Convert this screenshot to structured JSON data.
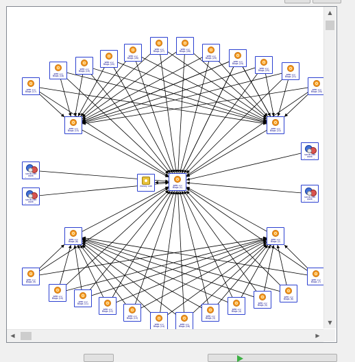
{
  "graph": {
    "center": {
      "id": "c",
      "label": "Web 2.0 Blogs (1)",
      "kind": "coin"
    },
    "hubs": [
      {
        "id": "h1",
        "label": "Web 2.0 Blogs (15)",
        "kind": "coin"
      },
      {
        "id": "h2",
        "label": "Web 2.0 Blogs (22)",
        "kind": "coin"
      },
      {
        "id": "h3",
        "label": "Web 2.0 Blogs (8)",
        "kind": "coin"
      },
      {
        "id": "h4",
        "label": "Web 2.0 Blogs (2)",
        "kind": "coin"
      }
    ],
    "money": {
      "id": "m",
      "label": "Money Site",
      "kind": "money"
    },
    "social": [
      {
        "id": "s1",
        "label": "Social Net work System (1)",
        "kind": "gears"
      },
      {
        "id": "s2",
        "label": "Social Net work System (2)",
        "kind": "gears"
      },
      {
        "id": "s3",
        "label": "Social Net work System (3)",
        "kind": "gears"
      },
      {
        "id": "s4",
        "label": "Social Net work System (4)",
        "kind": "gears"
      }
    ],
    "top_ring": [
      {
        "id": "t1",
        "label": "Web 2.0 Blogs (17)",
        "kind": "coin"
      },
      {
        "id": "t2",
        "label": "Web 2.0 Blogs (18)",
        "kind": "coin"
      },
      {
        "id": "t3",
        "label": "Web 2.0 Blogs (19)",
        "kind": "coin"
      },
      {
        "id": "t4",
        "label": "Web 2.0 Blogs (20)",
        "kind": "coin"
      },
      {
        "id": "t5",
        "label": "Web 2.0 Blogs (26)",
        "kind": "coin"
      },
      {
        "id": "t6",
        "label": "Web 2.0 Blogs (27)",
        "kind": "coin"
      },
      {
        "id": "t7",
        "label": "Web 2.0 Blogs (28)",
        "kind": "coin"
      },
      {
        "id": "t8",
        "label": "Web 2.0 Blogs (29)",
        "kind": "coin"
      },
      {
        "id": "t9",
        "label": "Web 2.0 Blogs (23)",
        "kind": "coin"
      },
      {
        "id": "t10",
        "label": "Web 2.0 Blogs (24)",
        "kind": "coin"
      },
      {
        "id": "t11",
        "label": "Web 2.0 Blogs (25)",
        "kind": "coin"
      },
      {
        "id": "t12",
        "label": "Web 2.0 Blogs (30)",
        "kind": "coin"
      },
      {
        "id": "t13",
        "label": "Web 2.0 Blogs (21)",
        "kind": "coin"
      }
    ],
    "bottom_ring": [
      {
        "id": "b1",
        "label": "Web 2.0 Blogs (9)",
        "kind": "coin"
      },
      {
        "id": "b2",
        "label": "Web 2.0 Blogs (10)",
        "kind": "coin"
      },
      {
        "id": "b3",
        "label": "Web 2.0 Blogs (11)",
        "kind": "coin"
      },
      {
        "id": "b4",
        "label": "Web 2.0 Blogs (12)",
        "kind": "coin"
      },
      {
        "id": "b5",
        "label": "Web 2.0 Blogs (13)",
        "kind": "coin"
      },
      {
        "id": "b6",
        "label": "Web 2.0 Blogs (14)",
        "kind": "coin"
      },
      {
        "id": "b7",
        "label": "Web 2.0 Blogs (16)",
        "kind": "coin"
      },
      {
        "id": "b8",
        "label": "Web 2.0 Blogs (3)",
        "kind": "coin"
      },
      {
        "id": "b9",
        "label": "Web 2.0 Blogs (4)",
        "kind": "coin"
      },
      {
        "id": "b10",
        "label": "Web 2.0 Blogs (5)",
        "kind": "coin"
      },
      {
        "id": "b11",
        "label": "Web 2.0 Blogs (6)",
        "kind": "coin"
      },
      {
        "id": "b12",
        "label": "Web 2.0 Blogs (7)",
        "kind": "coin"
      }
    ]
  },
  "scrollbars": {
    "up_icon": "up-arrow-icon",
    "down_icon": "down-arrow-icon",
    "left_icon": "left-arrow-icon",
    "right_icon": "right-arrow-icon"
  },
  "colors": {
    "node_border": "#2a3fd0",
    "edge": "#000000",
    "coin": "#f59a23",
    "label": "#00008b"
  }
}
